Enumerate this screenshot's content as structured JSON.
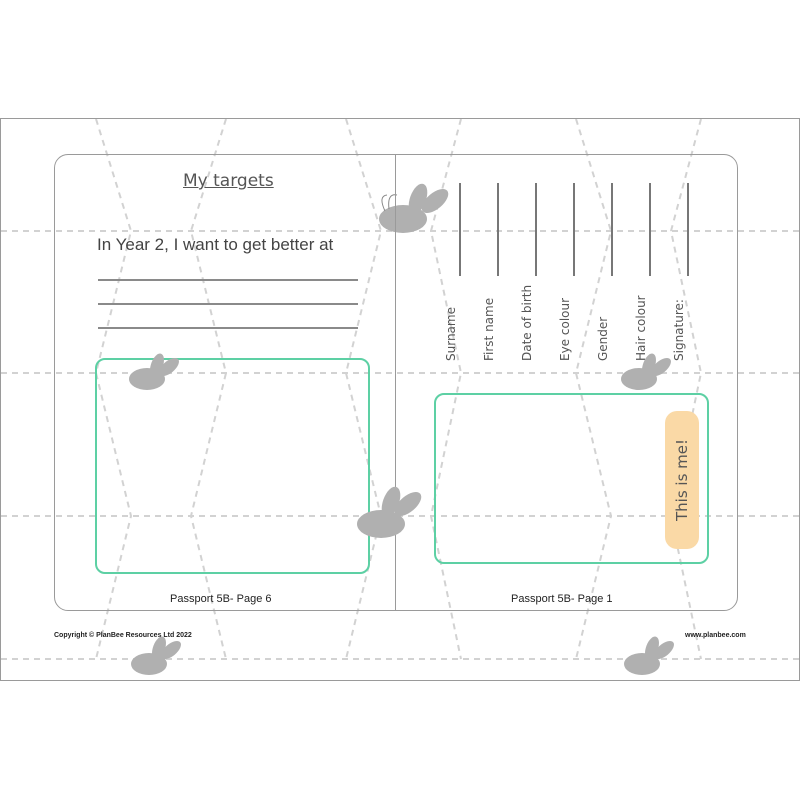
{
  "left_page": {
    "title": "My targets",
    "prompt": "In Year 2, I want to get better at",
    "footer": "Passport 5B- Page 6"
  },
  "right_page": {
    "fields": [
      "Surname",
      "First name",
      "Date of birth",
      "Eye colour",
      "Gender",
      "Hair colour",
      "Signature:"
    ],
    "photo_label": "This is me!",
    "footer": "Passport 5B- Page 1"
  },
  "copyright": "Copyright © PlanBee Resources Ltd 2022",
  "website": "www.planbee.com",
  "colors": {
    "frame": "#5dd0a4",
    "pill": "#fad9a6",
    "bee": "#b0b0b0"
  }
}
